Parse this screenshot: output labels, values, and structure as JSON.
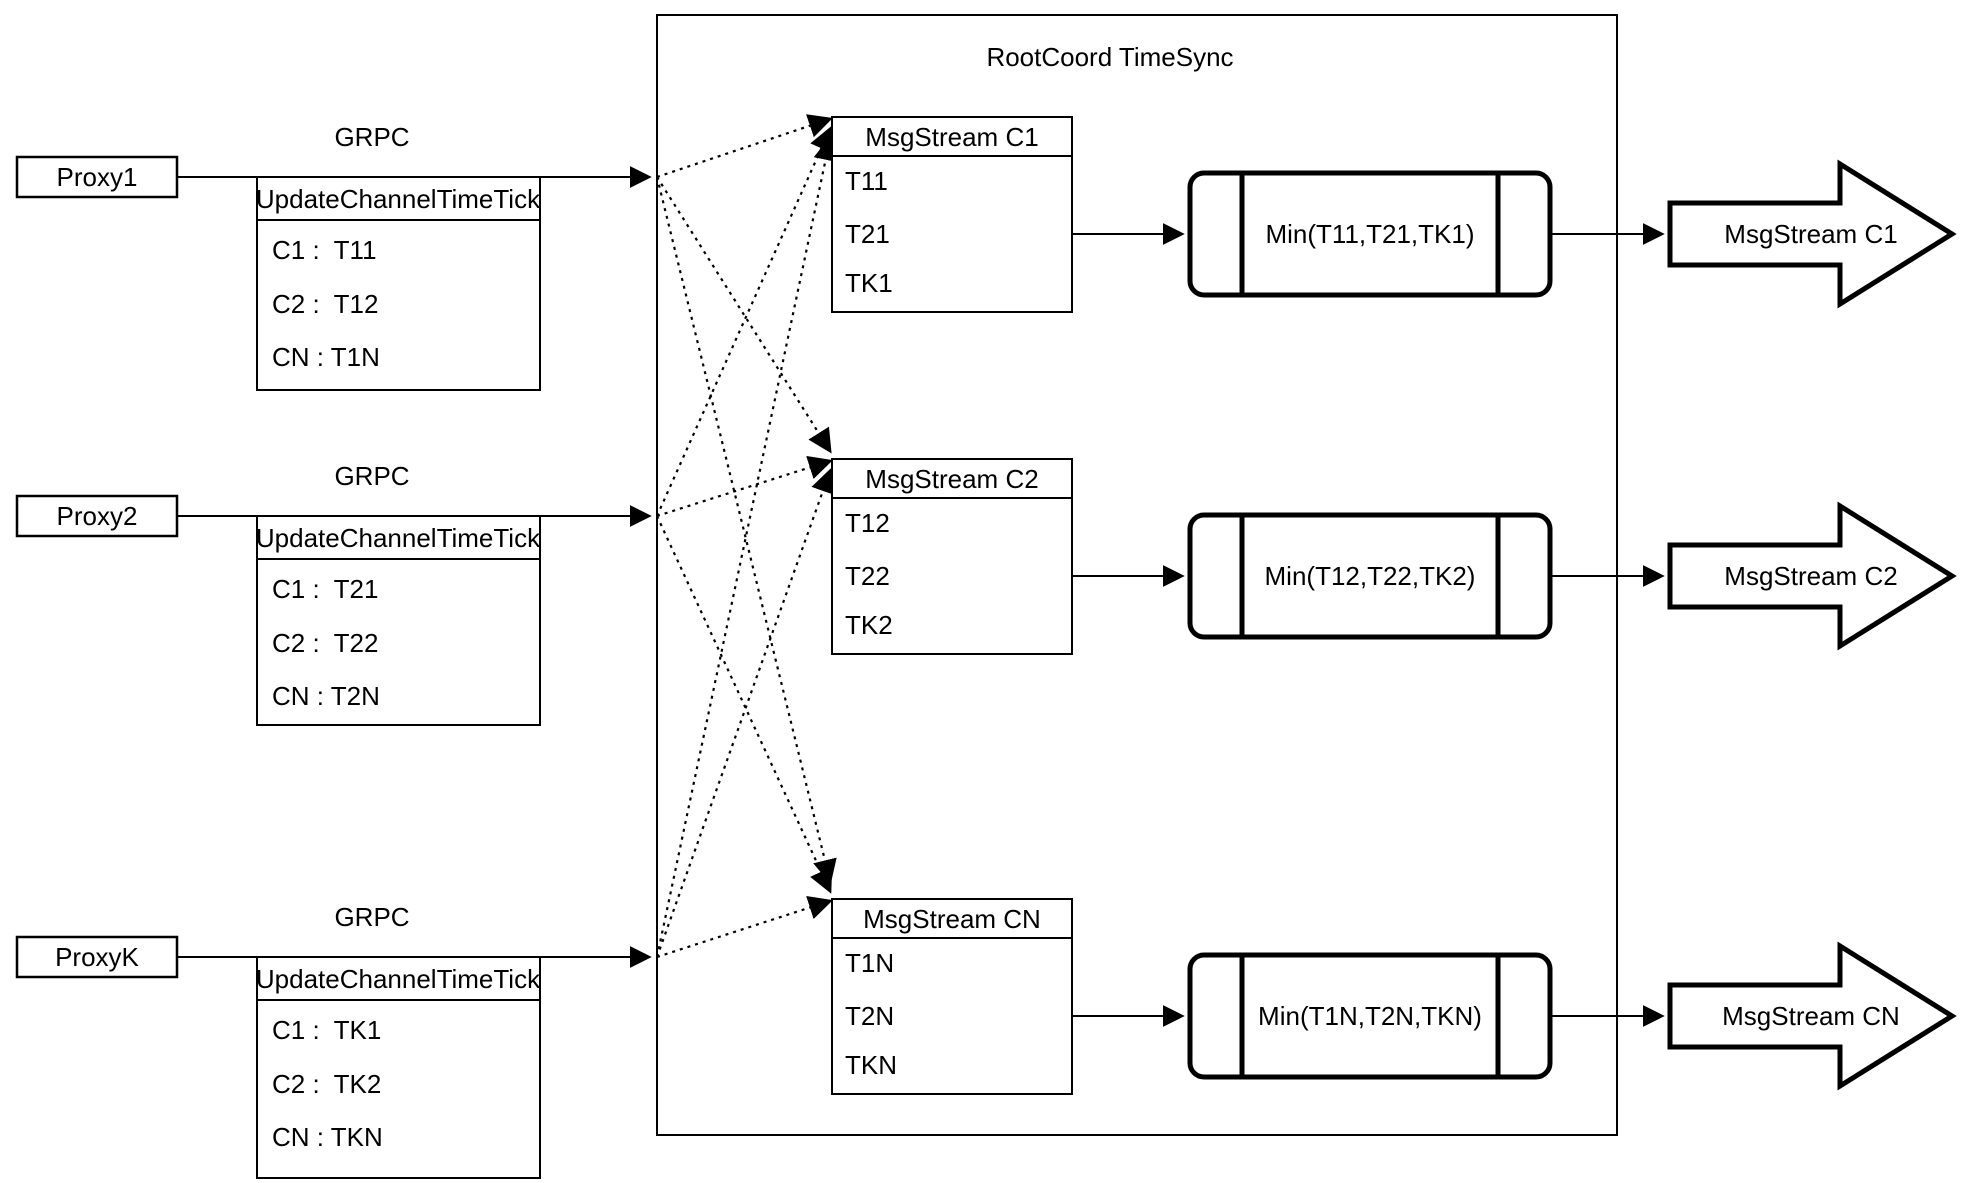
{
  "diagram": {
    "title": "RootCoord TimeSync",
    "colors": {
      "stroke": "#000000",
      "background": "#ffffff"
    },
    "proxies": [
      {
        "name": "Proxy1",
        "protocol": "GRPC",
        "table_title": "UpdateChannelTimeTick",
        "rows": [
          "C1 :  T11",
          "C2 :  T12",
          "CN : T1N"
        ]
      },
      {
        "name": "Proxy2",
        "protocol": "GRPC",
        "table_title": "UpdateChannelTimeTick",
        "rows": [
          "C1 :  T21",
          "C2 :  T22",
          "CN : T2N"
        ]
      },
      {
        "name": "ProxyK",
        "protocol": "GRPC",
        "table_title": "UpdateChannelTimeTick",
        "rows": [
          "C1 :  TK1",
          "C2 :  TK2",
          "CN : TKN"
        ]
      }
    ],
    "streams": [
      {
        "table_title": "MsgStream C1",
        "rows": [
          "T11",
          "T21",
          "TK1"
        ],
        "min_label": "Min(T11,T21,TK1)",
        "output_label": "MsgStream C1"
      },
      {
        "table_title": "MsgStream C2",
        "rows": [
          "T12",
          "T22",
          "TK2"
        ],
        "min_label": "Min(T12,T22,TK2)",
        "output_label": "MsgStream C2"
      },
      {
        "table_title": "MsgStream CN",
        "rows": [
          "T1N",
          "T2N",
          "TKN"
        ],
        "min_label": "Min(T1N,T2N,TKN)",
        "output_label": "MsgStream CN"
      }
    ]
  }
}
